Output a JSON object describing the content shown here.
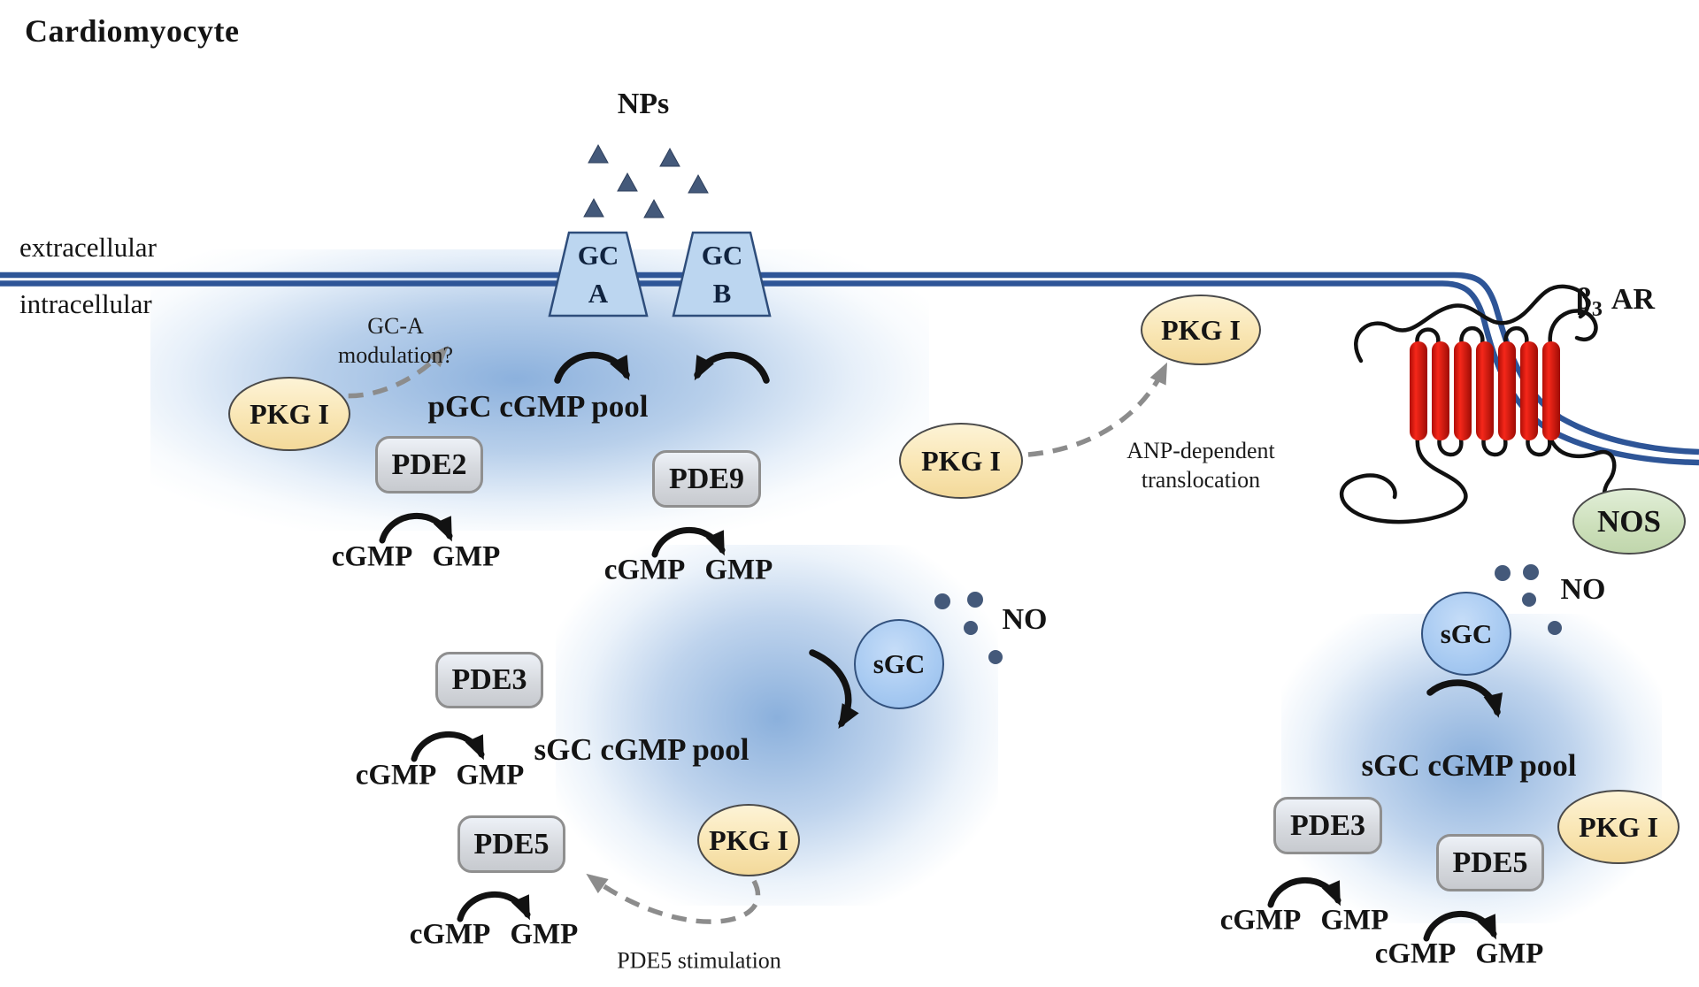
{
  "title": "Cardiomyocyte",
  "membrane": {
    "outside": "extracellular",
    "inside": "intracellular"
  },
  "np_pathway": {
    "ligand_label": "NPs",
    "receptor_a": {
      "line1": "GC",
      "line2": "A"
    },
    "receptor_b": {
      "line1": "GC",
      "line2": "B"
    },
    "pool_label": "pGC cGMP pool",
    "modulation_note": {
      "line1": "GC-A",
      "line2": "modulation?"
    },
    "pkg_left": "PKG I",
    "pde2": {
      "name": "PDE2",
      "substrate": "cGMP",
      "product": "GMP"
    },
    "pde9": {
      "name": "PDE9",
      "substrate": "cGMP",
      "product": "GMP"
    },
    "pkg_cytosolic": "PKG I",
    "pkg_translocated": "PKG I",
    "translocation_note": {
      "line1": "ANP-dependent",
      "line2": "translocation"
    }
  },
  "center_pathway": {
    "sgc_label": "sGC",
    "no_label": "NO",
    "pool_label": "sGC cGMP pool",
    "pde3": {
      "name": "PDE3",
      "substrate": "cGMP",
      "product": "GMP"
    },
    "pde5": {
      "name": "PDE5",
      "substrate": "cGMP",
      "product": "GMP"
    },
    "pkg_label": "PKG I",
    "stimulation_note": "PDE5 stimulation"
  },
  "right_pathway": {
    "b3ar": {
      "beta": "β",
      "sub": "3",
      "name": "AR"
    },
    "nos_label": "NOS",
    "sgc_label": "sGC",
    "no_label": "NO",
    "pool_label": "sGC cGMP pool",
    "pde3": {
      "name": "PDE3",
      "substrate": "cGMP",
      "product": "GMP"
    },
    "pde5": {
      "name": "PDE5",
      "substrate": "cGMP",
      "product": "GMP"
    },
    "pkg_label": "PKG I"
  },
  "colors": {
    "membrane_blue": "#2E5597",
    "receptor_fill": "#BCD6F0",
    "receptor_stroke": "#2E4D7B",
    "pkg_fill": "#F9E6B4",
    "pde_fill": "#D6D9DE",
    "sgc_fill": "#A9CBF2",
    "nos_fill": "#CCDFBA",
    "helix_red": "#E0180C",
    "particle_slate": "#44597A",
    "pool_blue": "#7CA6D8",
    "dashed_gray": "#8C8C8C"
  }
}
